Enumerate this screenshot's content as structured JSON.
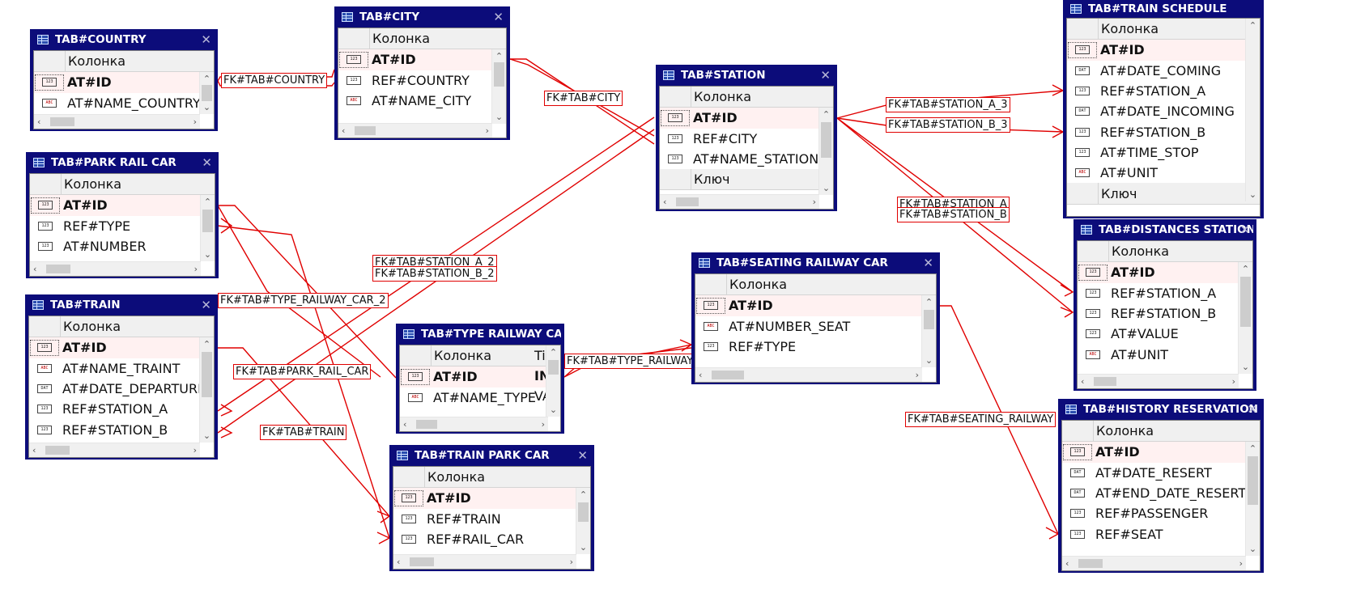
{
  "diagram": {
    "column_header": "Колонка",
    "key_header": "Ключ",
    "tables": [
      {
        "id": "country",
        "title": "TAB#COUNTRY",
        "columns": [
          {
            "name": "AT#ID",
            "type": "123",
            "pk": true
          },
          {
            "name": "AT#NAME_COUNTRY",
            "type": "ABC"
          }
        ]
      },
      {
        "id": "city",
        "title": "TAB#CITY",
        "columns": [
          {
            "name": "AT#ID",
            "type": "123",
            "pk": true
          },
          {
            "name": "REF#COUNTRY",
            "type": "123"
          },
          {
            "name": "AT#NAME_CITY",
            "type": "ABC"
          }
        ]
      },
      {
        "id": "station",
        "title": "TAB#STATION",
        "columns": [
          {
            "name": "AT#ID",
            "type": "123",
            "pk": true
          },
          {
            "name": "REF#CITY",
            "type": "123"
          },
          {
            "name": "AT#NAME_STATION",
            "type": "123"
          }
        ],
        "key_row": true
      },
      {
        "id": "train_schedule",
        "title": "TAB#TRAIN SCHEDULE",
        "columns": [
          {
            "name": "AT#ID",
            "type": "123",
            "pk": true
          },
          {
            "name": "AT#DATE_COMING",
            "type": "DAT"
          },
          {
            "name": "REF#STATION_A",
            "type": "123"
          },
          {
            "name": "AT#DATE_INCOMING",
            "type": "DAT"
          },
          {
            "name": "REF#STATION_B",
            "type": "123"
          },
          {
            "name": "AT#TIME_STOP",
            "type": "123"
          },
          {
            "name": "AT#UNIT",
            "type": "ABC"
          }
        ],
        "key_row": true
      },
      {
        "id": "park_rail_car",
        "title": "TAB#PARK RAIL CAR",
        "columns": [
          {
            "name": "AT#ID",
            "type": "123",
            "pk": true
          },
          {
            "name": "REF#TYPE",
            "type": "123"
          },
          {
            "name": "AT#NUMBER",
            "type": "123"
          }
        ]
      },
      {
        "id": "distances_station",
        "title": "TAB#DISTANCES STATION",
        "columns": [
          {
            "name": "AT#ID",
            "type": "123",
            "pk": true
          },
          {
            "name": "REF#STATION_A",
            "type": "123"
          },
          {
            "name": "REF#STATION_B",
            "type": "123"
          },
          {
            "name": "AT#VALUE",
            "type": "123"
          },
          {
            "name": "AT#UNIT",
            "type": "ABC"
          }
        ]
      },
      {
        "id": "seating_railway_car",
        "title": "TAB#SEATING RAILWAY CAR",
        "columns": [
          {
            "name": "AT#ID",
            "type": "123",
            "pk": true
          },
          {
            "name": "AT#NUMBER_SEAT",
            "type": "ABC"
          },
          {
            "name": "REF#TYPE",
            "type": "123"
          }
        ]
      },
      {
        "id": "train",
        "title": "TAB#TRAIN",
        "columns": [
          {
            "name": "AT#ID",
            "type": "123",
            "pk": true
          },
          {
            "name": "AT#NAME_TRAINT",
            "type": "ABC"
          },
          {
            "name": "AT#DATE_DEPARTURE",
            "type": "DAT"
          },
          {
            "name": "REF#STATION_A",
            "type": "123"
          },
          {
            "name": "REF#STATION_B",
            "type": "123"
          }
        ]
      },
      {
        "id": "type_railway_car",
        "title": "TAB#TYPE RAILWAY CAR",
        "columns": [
          {
            "name": "AT#ID",
            "type": "123",
            "pk": true
          },
          {
            "name": "AT#NAME_TYPE",
            "type": "ABC"
          }
        ],
        "second_header": "Ti",
        "second_values": [
          "IN",
          "VA"
        ]
      },
      {
        "id": "history_reservation",
        "title": "TAB#HISTORY RESERVATION",
        "columns": [
          {
            "name": "AT#ID",
            "type": "123",
            "pk": true
          },
          {
            "name": "AT#DATE_RESERT",
            "type": "DAT"
          },
          {
            "name": "AT#END_DATE_RESERT",
            "type": "DAT"
          },
          {
            "name": "REF#PASSENGER",
            "type": "123"
          },
          {
            "name": "REF#SEAT",
            "type": "123"
          }
        ]
      },
      {
        "id": "train_park_car",
        "title": "TAB#TRAIN PARK CAR",
        "columns": [
          {
            "name": "AT#ID",
            "type": "123",
            "pk": true
          },
          {
            "name": "REF#TRAIN",
            "type": "123"
          },
          {
            "name": "REF#RAIL_CAR",
            "type": "123"
          }
        ]
      }
    ],
    "relations": [
      {
        "label": "FK#TAB#COUNTRY"
      },
      {
        "label": "FK#TAB#CITY"
      },
      {
        "label": "FK#TAB#STATION_A_3"
      },
      {
        "label": "FK#TAB#STATION_B_3"
      },
      {
        "label": "FK#TAB#STATION_A"
      },
      {
        "label": "FK#TAB#STATION_B"
      },
      {
        "label": "FK#TAB#STATION_A_2"
      },
      {
        "label": "FK#TAB#STATION_B_2"
      },
      {
        "label": "FK#TAB#TYPE_RAILWAY_CAR_2"
      },
      {
        "label": "FK#TAB#PARK_RAIL_CAR"
      },
      {
        "label": "FK#TAB#TYPE_RAILWAY_C"
      },
      {
        "label": "FK#TAB#TRAIN"
      },
      {
        "label": "FK#TAB#SEATING_RAILWAY"
      }
    ],
    "line_color": "#e00000",
    "frame_color": "#0c0c7a"
  }
}
